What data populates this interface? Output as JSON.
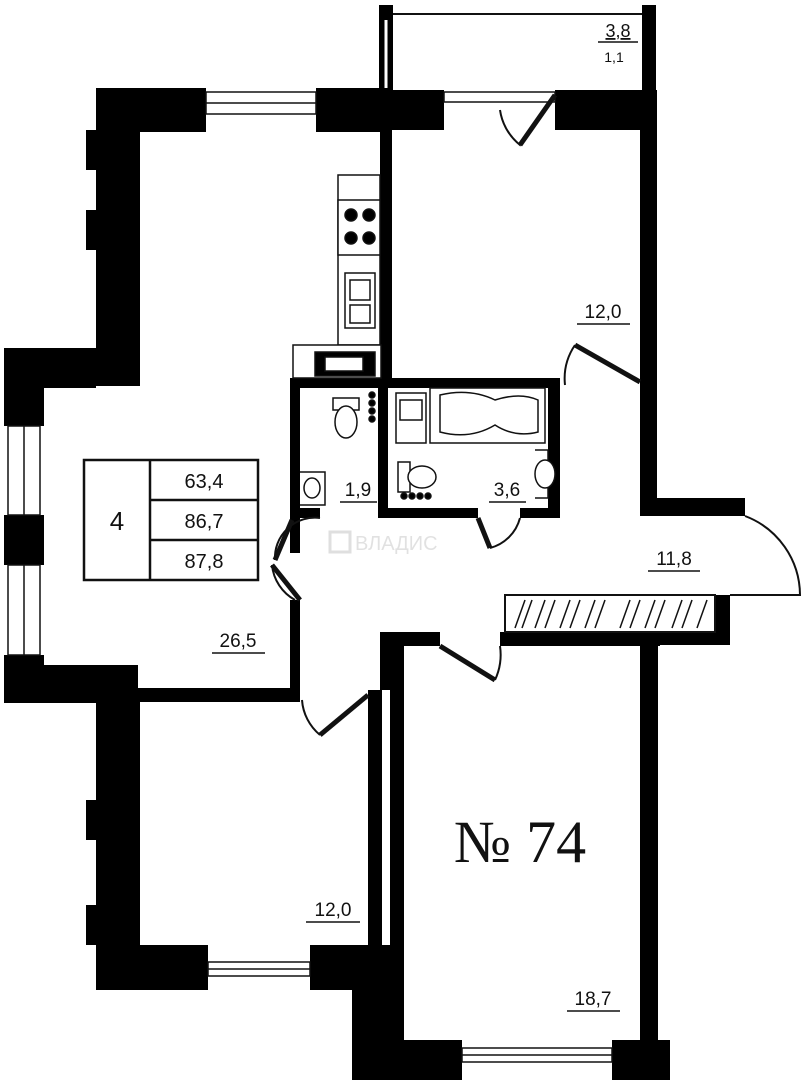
{
  "apartment": {
    "number": "№ 74"
  },
  "summary": {
    "rooms": "4",
    "living_area": "63,4",
    "total_area": "86,7",
    "total_area_with_balcony": "87,8"
  },
  "balcony": {
    "area": "3,8",
    "coefficient_area": "1,1"
  },
  "rooms": {
    "living_room": "26,5",
    "bedroom_top_right": "12,0",
    "wc": "1,9",
    "bathroom": "3,6",
    "hallway": "11,8",
    "bedroom_bottom_left": "12,0",
    "bedroom_bottom_right": "18,7"
  },
  "watermark": "ВЛАДИС",
  "colors": {
    "wall": "#000000",
    "line": "#111111",
    "background": "#ffffff"
  }
}
